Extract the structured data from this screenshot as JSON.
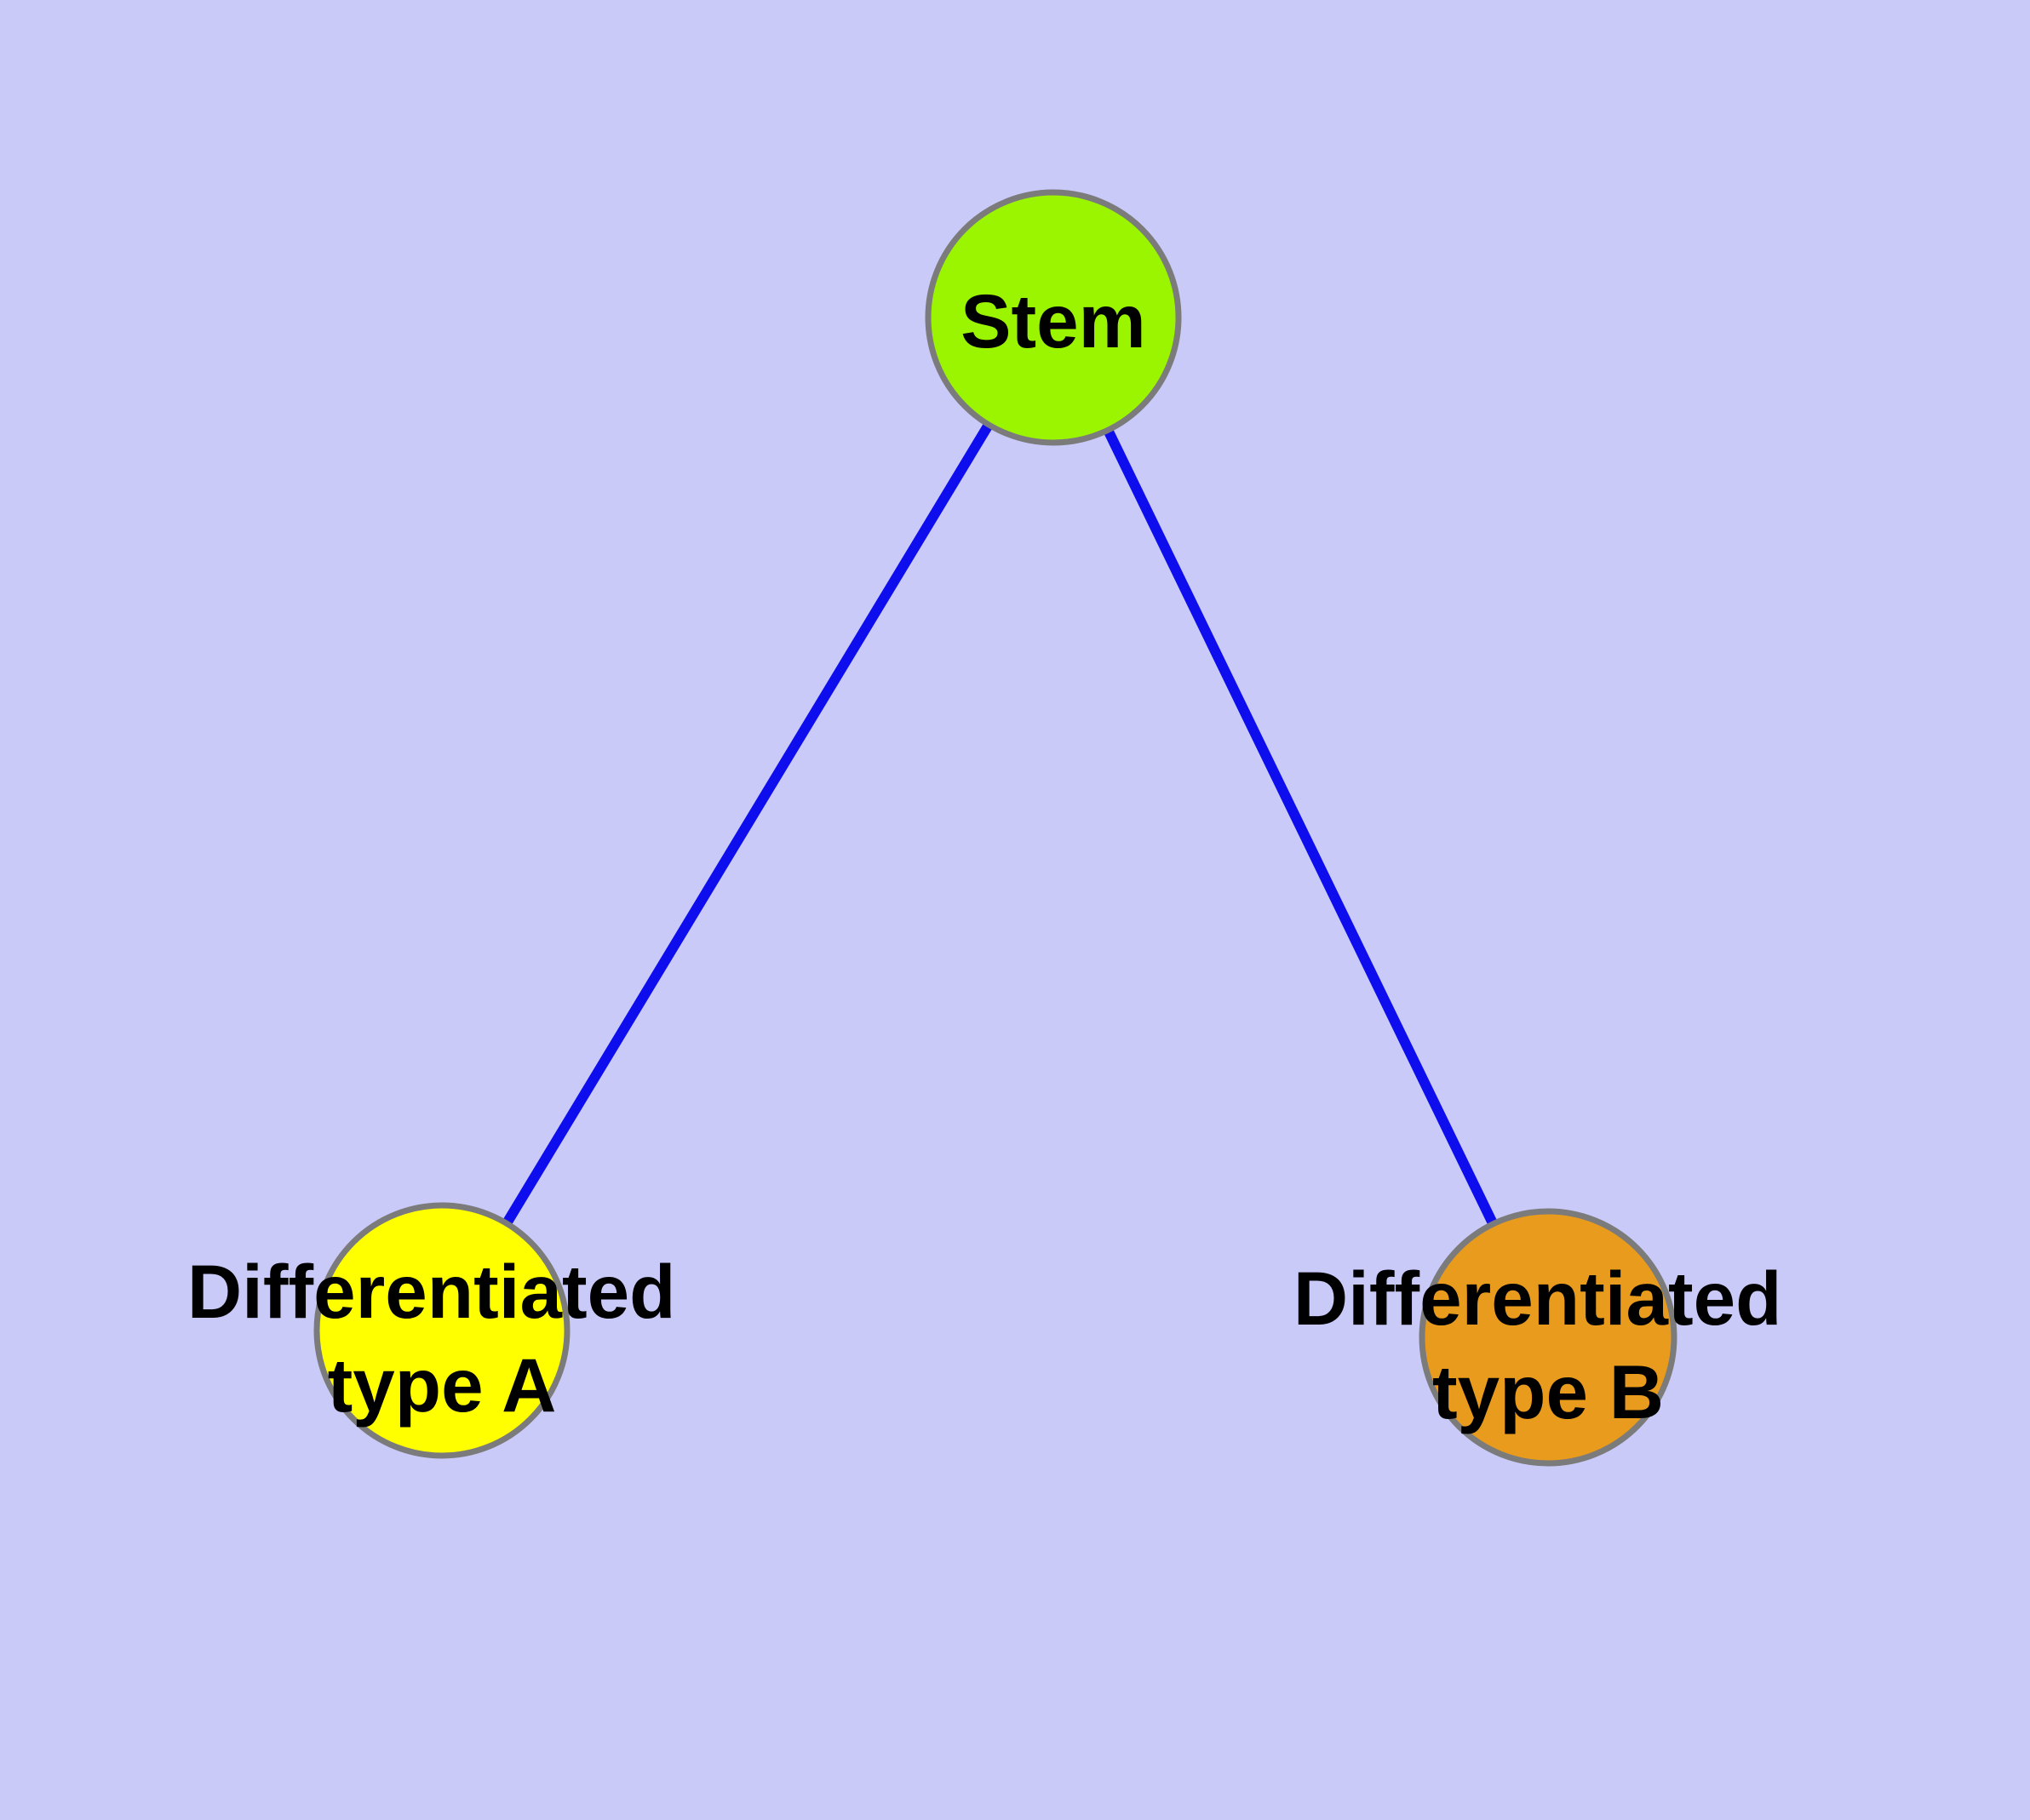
{
  "diagram": {
    "type": "node-link-graph",
    "background_color": "#c9caf8",
    "edge_color": "#0d0dee",
    "node_border_color": "#7b7b7b",
    "label_color": "#000000",
    "nodes": {
      "stem": {
        "label": "Stem",
        "fill": "#9bf400"
      },
      "type_a": {
        "label": "Differentiated type A",
        "line1": "Differentiated",
        "line2": "type A",
        "fill": "#ffff00"
      },
      "type_b": {
        "label": "Differentiated type B",
        "line1": "Differentiated",
        "line2": "type B",
        "fill": "#e89b1c"
      }
    },
    "edges": [
      {
        "from": "Stem",
        "to": "Differentiated type A"
      },
      {
        "from": "Stem",
        "to": "Differentiated type B"
      }
    ]
  }
}
